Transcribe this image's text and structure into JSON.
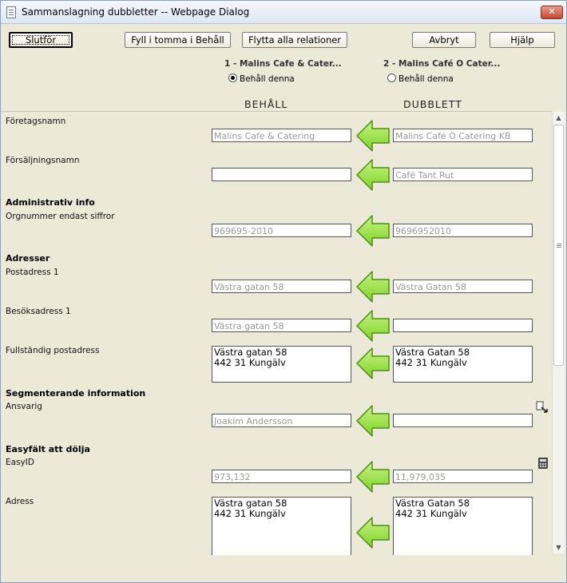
{
  "window": {
    "title": "Sammanslagning dubbletter -- Webpage Dialog",
    "close": "✕"
  },
  "toolbar": {
    "finish": "Slutför",
    "fill_empty": "Fyll i tomma i Behåll",
    "move_relations": "Flytta alla relationer",
    "cancel": "Avbryt",
    "help": "Hjälp"
  },
  "records": [
    {
      "header": "1 - Malins Cafe & Cater...",
      "radio_label": "Behåll denna",
      "selected": true
    },
    {
      "header": "2 - Malins Café O Cater...",
      "radio_label": "Behåll denna",
      "selected": false
    }
  ],
  "columns": {
    "keep": "BEHÅLL",
    "duplicate": "DUBBLETT"
  },
  "sections": {
    "admin": "Administrativ info",
    "addresses": "Adresser",
    "segment": "Segmenterande information",
    "easy": "Easyfält att dölja"
  },
  "fields": {
    "company": {
      "label": "Företagsnamn",
      "keep": "Malins Cafe & Catering",
      "dup": "Malins Café O Catering KB"
    },
    "sales_name": {
      "label": "Försäljningsnamn",
      "keep": "",
      "dup": "Café Tant Rut"
    },
    "orgnr": {
      "label": "Orgnummer endast siffror",
      "keep": "969695-2010",
      "dup": "9696952010"
    },
    "postal1": {
      "label": "Postadress 1",
      "keep": "Västra gatan 58",
      "dup": "Västra Gatan 58"
    },
    "visit1": {
      "label": "Besöksadress 1",
      "keep": "Västra gatan 58",
      "dup": ""
    },
    "full_postal": {
      "label": "Fullständig postadress",
      "keep": "Västra gatan 58\n442 31 Kungälv",
      "dup": "Västra Gatan 58\n442 31 Kungälv"
    },
    "responsible": {
      "label": "Ansvarig",
      "keep": "Joakim Andersson",
      "dup": ""
    },
    "easyid": {
      "label": "EasyID",
      "keep": "973,132",
      "dup": "11,979,035"
    },
    "address": {
      "label": "Adress",
      "keep": "Västra gatan 58\n442 31 Kungälv",
      "dup": "Västra Gatan 58\n442 31 Kungälv"
    }
  },
  "icons": {
    "arrow": "green-left-arrow-icon",
    "responsible_side": "user-lookup-icon",
    "easyid_side": "calculator-icon"
  },
  "colors": {
    "arrow_fill": "#7ed321",
    "arrow_stroke": "#4a8f12"
  }
}
